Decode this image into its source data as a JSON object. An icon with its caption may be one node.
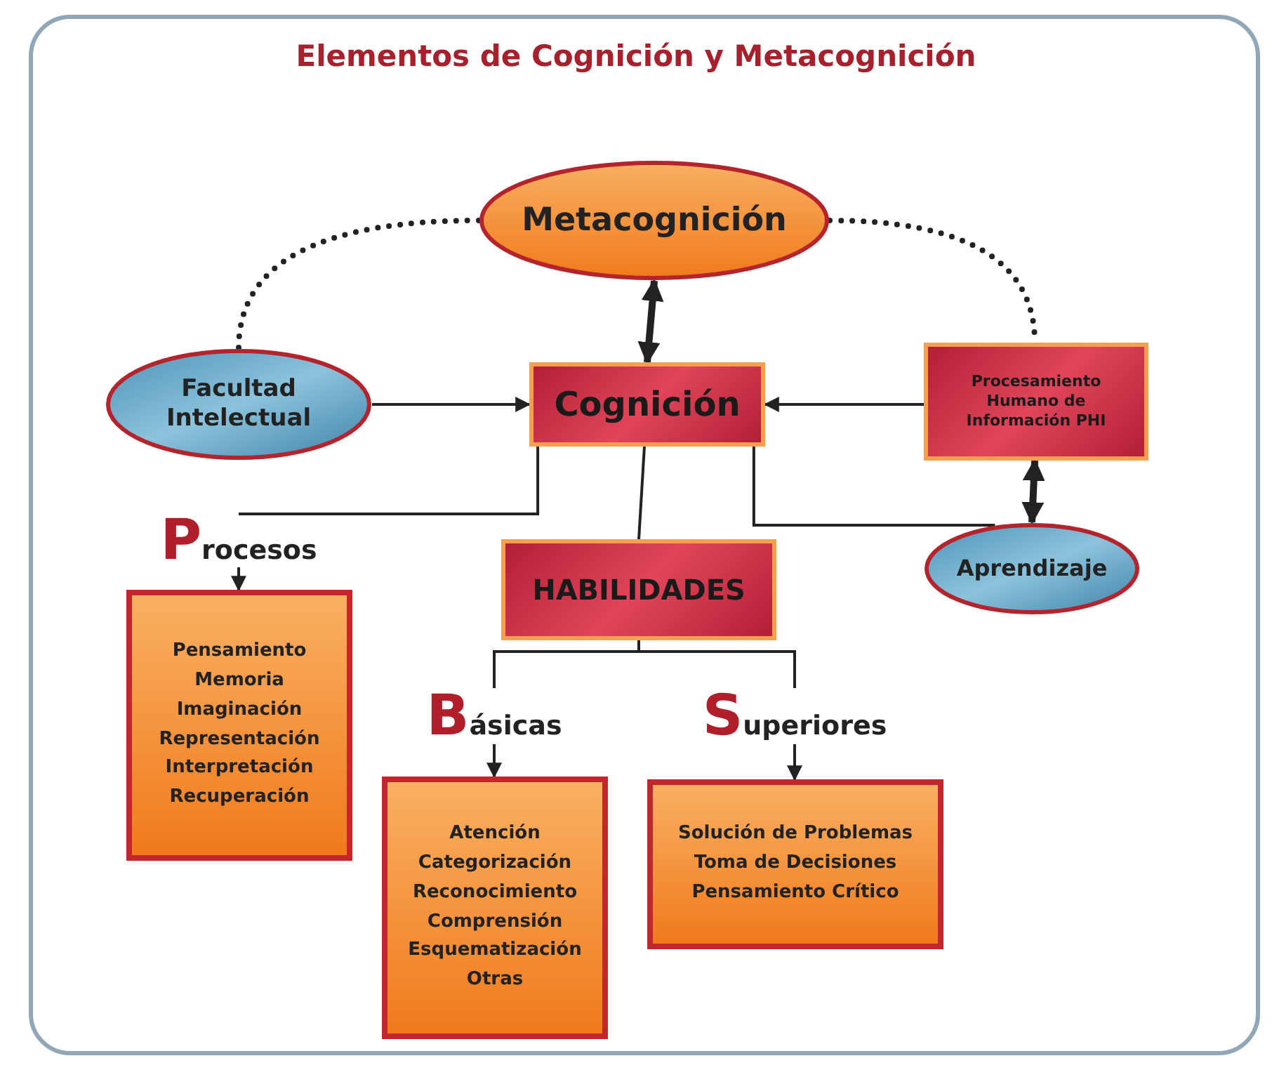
{
  "diagram": {
    "title": "Elementos de Cognición y Metacognición",
    "nodes": [
      {
        "text": [
          "Metacognición"
        ]
      },
      {
        "text": [
          "Facultad Intelectual"
        ]
      },
      {
        "text": [
          "Cognición"
        ]
      },
      {
        "text": [
          "Procesamiento Humano de Información PHI"
        ]
      },
      {
        "text": [
          "HABILIDADES"
        ]
      },
      {
        "text": [
          "Aprendizaje"
        ]
      },
      {
        "text": [
          "Procesos"
        ]
      },
      {
        "text": [
          "Pensamiento",
          "Memoria",
          "Imaginación",
          "Representación",
          "Interpretación",
          "Recuperación"
        ]
      },
      {
        "text": [
          "Básicas"
        ]
      },
      {
        "text": [
          "Atención",
          "Categorización",
          "Reconocimiento",
          "Comprensión",
          "Esquematización",
          "Otras"
        ]
      },
      {
        "text": [
          "Superiores"
        ]
      },
      {
        "text": [
          "Solución de Problemas",
          "Toma de Decisiones",
          "Pensamiento Crítico"
        ]
      }
    ],
    "edges": [
      {
        "from": 0,
        "to": 2,
        "arrow": "both",
        "style": "thick"
      },
      {
        "from": 1,
        "to": 2,
        "arrow": "to"
      },
      {
        "from": 3,
        "to": 2,
        "arrow": "to"
      },
      {
        "from": 3,
        "to": 5,
        "arrow": "both",
        "style": "thick"
      },
      {
        "from": 0,
        "to": 1,
        "arrow": "none",
        "style": "dashed"
      },
      {
        "from": 0,
        "to": 3,
        "arrow": "none",
        "style": "dashed"
      },
      {
        "from": 2,
        "to": 6,
        "arrow": "none"
      },
      {
        "from": 6,
        "to": 7,
        "arrow": "to"
      },
      {
        "from": 2,
        "to": 4,
        "arrow": "none"
      },
      {
        "from": 2,
        "to": 5,
        "arrow": "none"
      },
      {
        "from": 4,
        "to": 8,
        "arrow": "none"
      },
      {
        "from": 8,
        "to": 9,
        "arrow": "to"
      },
      {
        "from": 4,
        "to": 10,
        "arrow": "none"
      },
      {
        "from": 10,
        "to": 11,
        "arrow": "to"
      }
    ]
  }
}
